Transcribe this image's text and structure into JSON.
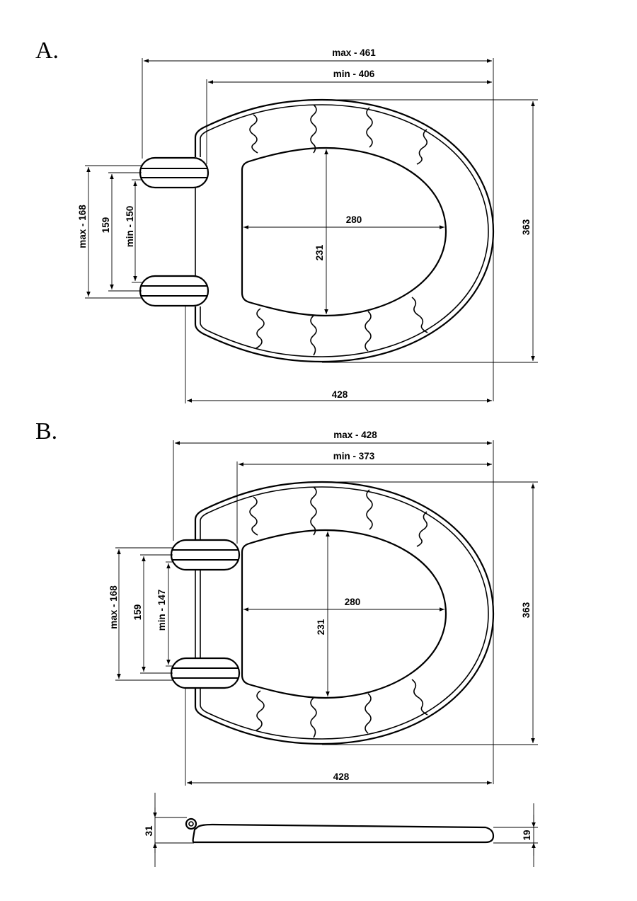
{
  "panel_a": {
    "letter": "A.",
    "max_width": "max - 461",
    "min_width": "min - 406",
    "total_length": "363",
    "inner_width": "280",
    "inner_length": "231",
    "bottom_width": "428",
    "max_spacing": "max - 168",
    "spacing": "159",
    "min_spacing": "min - 150"
  },
  "panel_b": {
    "letter": "B.",
    "max_width": "max - 428",
    "min_width": "min - 373",
    "total_length": "363",
    "inner_width": "280",
    "inner_length": "231",
    "bottom_width": "428",
    "max_spacing": "max - 168",
    "spacing": "159",
    "min_spacing": "min - 147"
  },
  "side_view": {
    "height_hinge": "31",
    "height_front": "19"
  }
}
